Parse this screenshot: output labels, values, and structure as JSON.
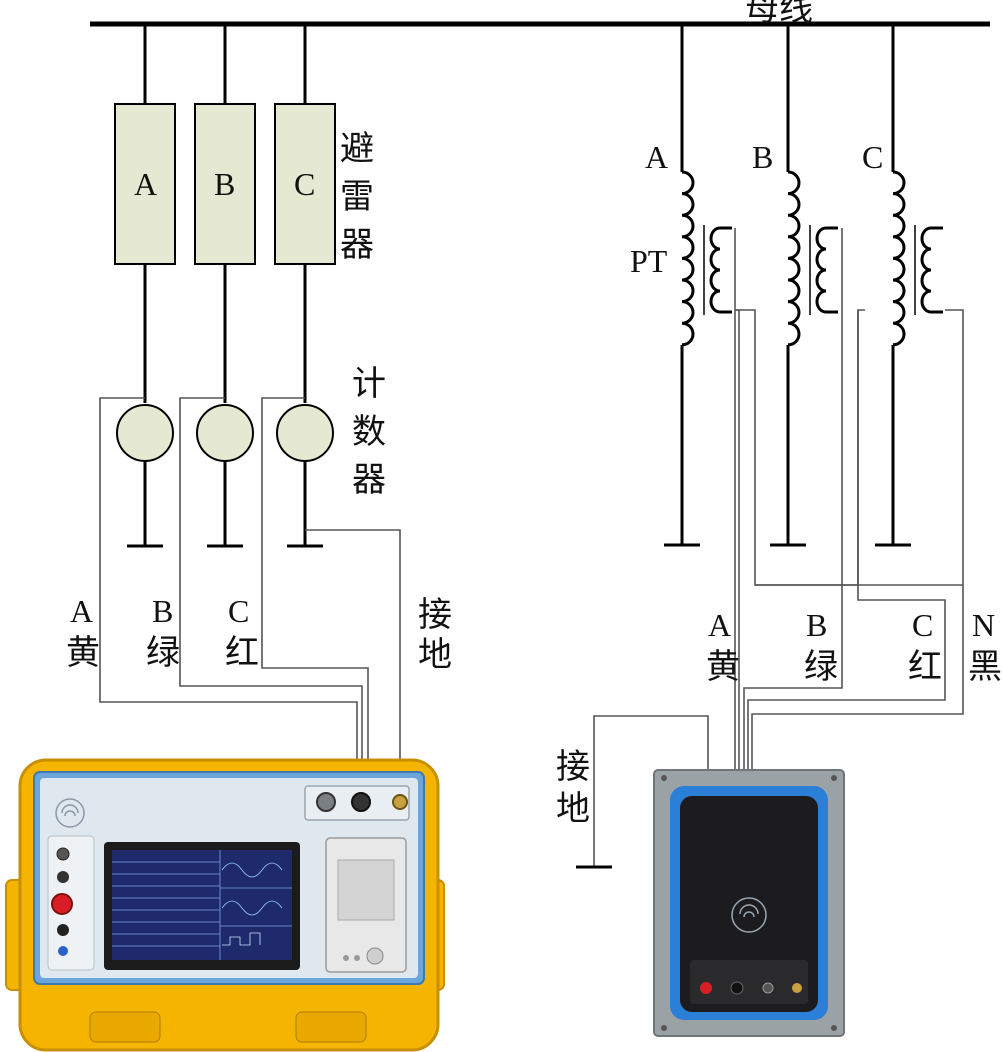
{
  "bus": {
    "label": "母线"
  },
  "arrester": {
    "label_chars": [
      "避",
      "雷",
      "器"
    ],
    "phases": [
      "A",
      "B",
      "C"
    ],
    "fill": "#e6e9d2"
  },
  "counter": {
    "label_chars": [
      "计",
      "数",
      "器"
    ]
  },
  "pt": {
    "label": "PT",
    "phases": [
      "A",
      "B",
      "C"
    ]
  },
  "left_leads": [
    {
      "phase": "A",
      "color": "黄"
    },
    {
      "phase": "B",
      "color": "绿"
    },
    {
      "phase": "C",
      "color": "红"
    }
  ],
  "left_ground": {
    "chars": [
      "接",
      "地"
    ]
  },
  "right_leads": [
    {
      "phase": "A",
      "color": "黄"
    },
    {
      "phase": "B",
      "color": "绿"
    },
    {
      "phase": "C",
      "color": "红"
    },
    {
      "phase": "N",
      "color": "黑"
    }
  ],
  "right_ground": {
    "chars": [
      "接",
      "地"
    ]
  },
  "tester": {
    "body_color": "#f4b400",
    "panel_color": "#6aa6dc",
    "screen_color": "#1e2a6b"
  },
  "pt_unit": {
    "body_color": "#9aa2a6",
    "face_color": "#1c1c1e",
    "accent_color": "#2b7fd6"
  }
}
